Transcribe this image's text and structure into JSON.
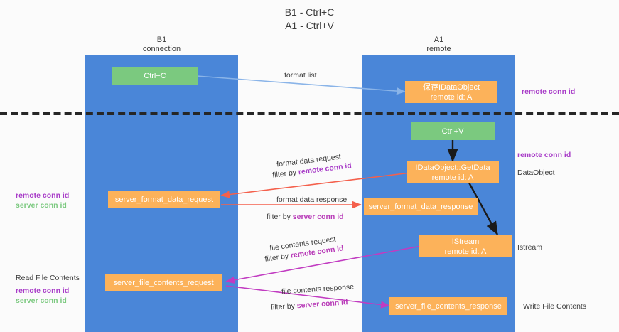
{
  "title": {
    "line1": "B1 - Ctrl+C",
    "line2": "A1 - Ctrl+V"
  },
  "columns": [
    {
      "name": "B1",
      "subtitle": "connection"
    },
    {
      "name": "A1",
      "subtitle": "remote"
    }
  ],
  "boxes": {
    "ctrl_c": "Ctrl+C",
    "store_dataobject_l1": "保存IDataObject",
    "store_dataobject_l2": "remote id: A",
    "ctrl_v": "Ctrl+V",
    "getdata_l1": "IDataObject::GetData",
    "getdata_l2": "remote id: A",
    "server_format_data_request": "server_format_data_request",
    "server_format_data_response": "server_format_data_response",
    "istream_l1": "IStream",
    "istream_l2": "remote id: A",
    "server_file_contents_request": "server_file_contents_request",
    "server_file_contents_response": "server_file_contents_response"
  },
  "edge_labels": {
    "format_list": "format list",
    "format_data_request": "format data request",
    "format_data_request_filter_prefix": "filter by ",
    "format_data_request_filter_key": "remote conn id",
    "format_data_response": "format data response",
    "format_data_response_filter_prefix": "filter by ",
    "format_data_response_filter_key": "server conn id",
    "file_contents_request": "file contents request",
    "file_contents_request_filter_prefix": "filter by ",
    "file_contents_request_filter_key": "remote conn id",
    "file_contents_response": "file contents response",
    "file_contents_response_filter_prefix": "filter by ",
    "file_contents_response_filter_key": "server conn id"
  },
  "right_notes": {
    "remote_conn_id_top": "remote conn id",
    "remote_conn_id_mid": "remote conn id",
    "dataobject": "DataObject",
    "istream": "Istream",
    "write_file_contents": "Write File Contents"
  },
  "left_notes": {
    "remote_conn_id_mid": "remote conn id",
    "server_conn_id_mid": "server conn id",
    "read_file_contents": "Read File Contents",
    "remote_conn_id_bottom": "remote conn id",
    "server_conn_id_bottom": "server conn id"
  },
  "colors": {
    "column": "#4a86d8",
    "green_box": "#7bc97f",
    "orange_box": "#fcb25a",
    "purple_text": "#a83cc8",
    "green_text": "#7bc97f",
    "magenta_text": "#b83bb8",
    "blue_arrow": "#8ab4e8",
    "red_arrow": "#f4604c",
    "black_arrow": "#1a1a1a",
    "background": "#fbfbfb"
  }
}
